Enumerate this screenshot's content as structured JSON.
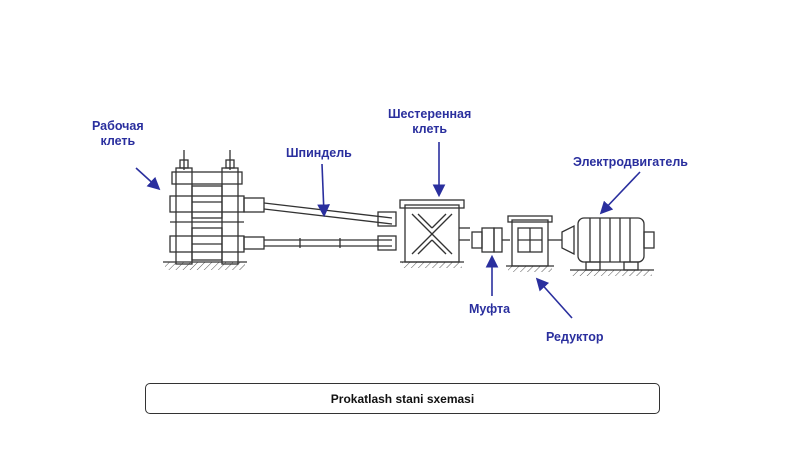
{
  "labels": {
    "working_stand_line1": "Рабочая",
    "working_stand_line2": "клеть",
    "spindle": "Шпиндель",
    "gear_stand_line1": "Шестеренная",
    "gear_stand_line2": "клеть",
    "motor": "Электродвигатель",
    "coupling": "Муфта",
    "reducer": "Редуктор"
  },
  "caption": "Prokatlash stani sxemasi",
  "colors": {
    "label": "#2a2f9e",
    "drawing": "#333333",
    "arrow": "#2a2f9e"
  }
}
